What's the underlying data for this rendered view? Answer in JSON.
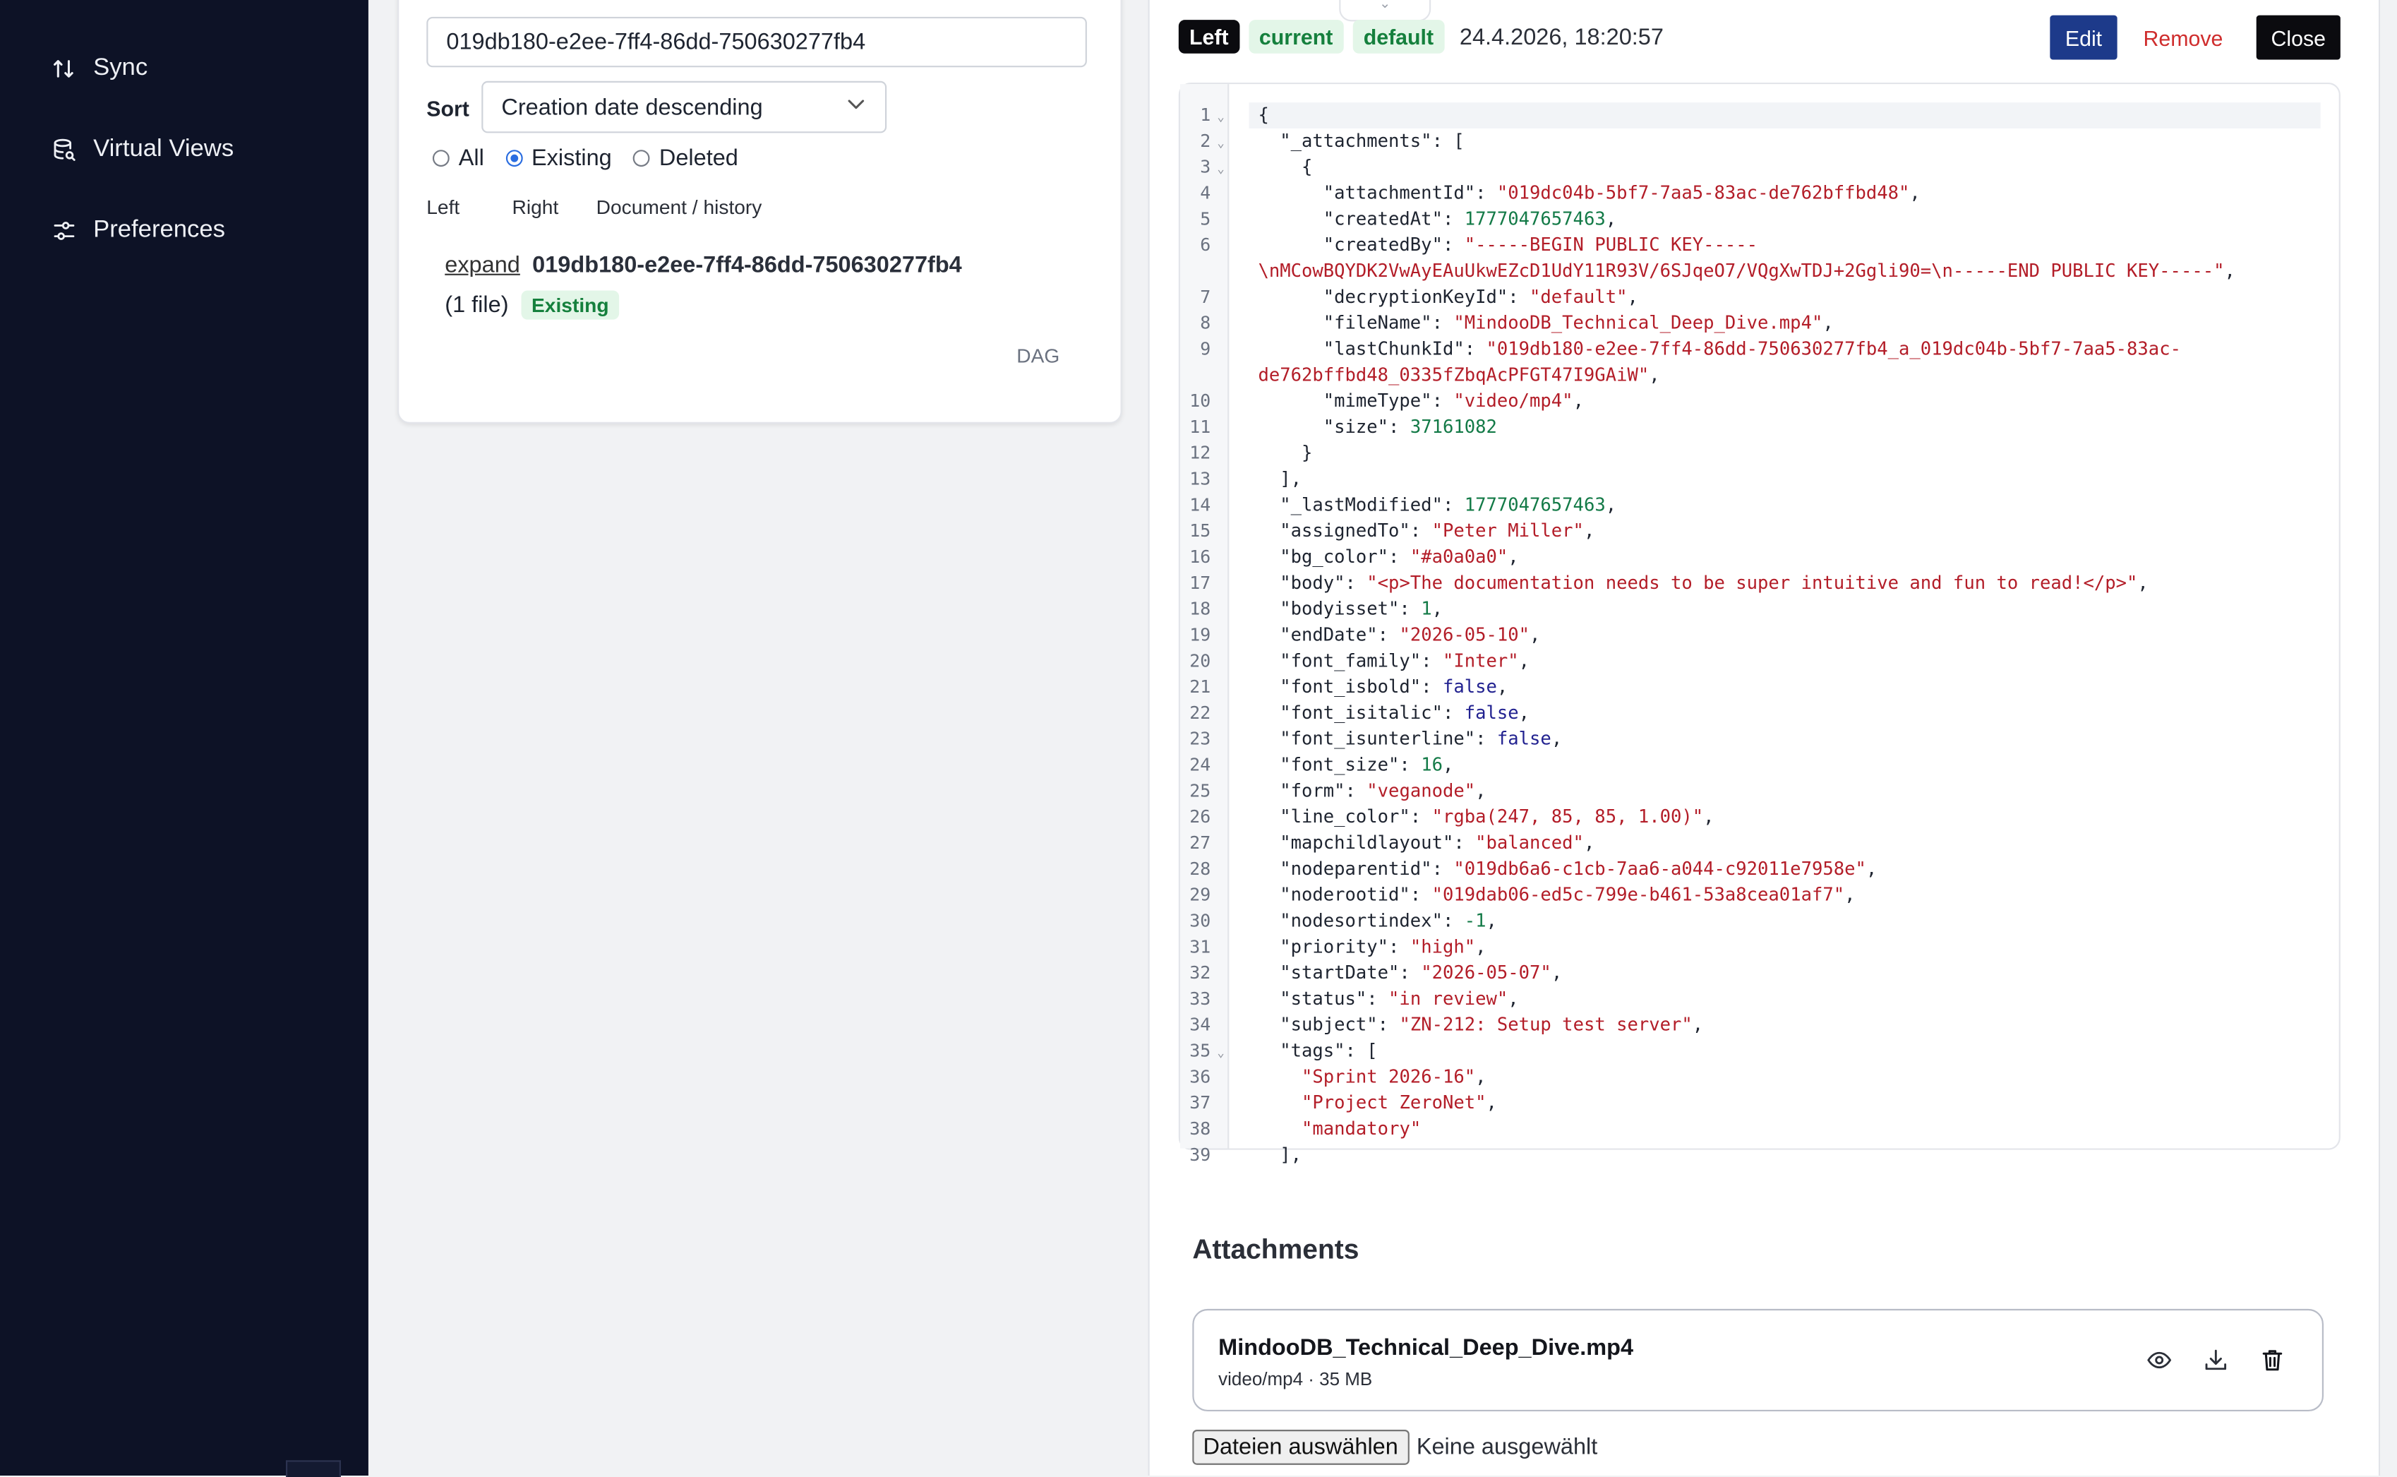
{
  "sidebar": {
    "items": [
      {
        "label": "Sync",
        "icon": "sync-arrows-icon"
      },
      {
        "label": "Virtual Views",
        "icon": "database-view-icon"
      },
      {
        "label": "Preferences",
        "icon": "sliders-icon"
      }
    ]
  },
  "list": {
    "search_value": "019db180-e2ee-7ff4-86dd-750630277fb4",
    "sort_label": "Sort",
    "sort_value": "Creation date descending",
    "filters": [
      {
        "label": "All",
        "checked": false
      },
      {
        "label": "Existing",
        "checked": true
      },
      {
        "label": "Deleted",
        "checked": false
      }
    ],
    "columns": [
      "Left",
      "Right",
      "Document / history"
    ],
    "row": {
      "expand_label": "expand",
      "doc_id": "019db180-e2ee-7ff4-86dd-750630277fb4",
      "files": "(1 file)",
      "status": "Existing",
      "dag_label": "DAG"
    }
  },
  "detail": {
    "tags": [
      "Left",
      "current",
      "default"
    ],
    "timestamp": "24.4.2026, 18:20:57",
    "edit_label": "Edit",
    "remove_label": "Remove",
    "close_label": "Close",
    "code_lines": [
      {
        "n": "1",
        "fold": true,
        "tokens": [
          [
            "k",
            "{"
          ]
        ]
      },
      {
        "n": "2",
        "fold": true,
        "tokens": [
          [
            "k",
            "  \"_attachments\": ["
          ]
        ]
      },
      {
        "n": "3",
        "fold": true,
        "tokens": [
          [
            "k",
            "    {"
          ]
        ]
      },
      {
        "n": "4",
        "tokens": [
          [
            "k",
            "      \"attachmentId\": "
          ],
          [
            "s",
            "\"019dc04b-5bf7-7aa5-83ac-de762bffbd48\""
          ],
          [
            "k",
            ","
          ]
        ]
      },
      {
        "n": "5",
        "tokens": [
          [
            "k",
            "      \"createdAt\": "
          ],
          [
            "n",
            "1777047657463"
          ],
          [
            "k",
            ","
          ]
        ]
      },
      {
        "n": "6",
        "tokens": [
          [
            "k",
            "      \"createdBy\": "
          ],
          [
            "s",
            "\"-----BEGIN PUBLIC KEY-----"
          ]
        ]
      },
      {
        "n": "",
        "tokens": [
          [
            "s",
            "\\nMCowBQYDK2VwAyEAuUkwEZcD1UdY11R93V/6SJqeO7/VQgXwTDJ+2Ggli90=\\n-----END PUBLIC KEY-----\""
          ],
          [
            "k",
            ","
          ]
        ],
        "wrap": true
      },
      {
        "n": "7",
        "tokens": [
          [
            "k",
            "      \"decryptionKeyId\": "
          ],
          [
            "s",
            "\"default\""
          ],
          [
            "k",
            ","
          ]
        ]
      },
      {
        "n": "8",
        "tokens": [
          [
            "k",
            "      \"fileName\": "
          ],
          [
            "s",
            "\"MindooDB_Technical_Deep_Dive.mp4\""
          ],
          [
            "k",
            ","
          ]
        ]
      },
      {
        "n": "9",
        "tokens": [
          [
            "k",
            "      \"lastChunkId\": "
          ],
          [
            "s",
            "\"019db180-e2ee-7ff4-86dd-750630277fb4_a_019dc04b-5bf7-7aa5-83ac-"
          ]
        ]
      },
      {
        "n": "",
        "tokens": [
          [
            "s",
            "de762bffbd48_0335fZbqAcPFGT47I9GAiW\""
          ],
          [
            "k",
            ","
          ]
        ],
        "wrap": true
      },
      {
        "n": "10",
        "tokens": [
          [
            "k",
            "      \"mimeType\": "
          ],
          [
            "s",
            "\"video/mp4\""
          ],
          [
            "k",
            ","
          ]
        ]
      },
      {
        "n": "11",
        "tokens": [
          [
            "k",
            "      \"size\": "
          ],
          [
            "n",
            "37161082"
          ]
        ]
      },
      {
        "n": "12",
        "tokens": [
          [
            "k",
            "    }"
          ]
        ]
      },
      {
        "n": "13",
        "tokens": [
          [
            "k",
            "  ],"
          ]
        ]
      },
      {
        "n": "14",
        "tokens": [
          [
            "k",
            "  \"_lastModified\": "
          ],
          [
            "n",
            "1777047657463"
          ],
          [
            "k",
            ","
          ]
        ]
      },
      {
        "n": "15",
        "tokens": [
          [
            "k",
            "  \"assignedTo\": "
          ],
          [
            "s",
            "\"Peter Miller\""
          ],
          [
            "k",
            ","
          ]
        ]
      },
      {
        "n": "16",
        "tokens": [
          [
            "k",
            "  \"bg_color\": "
          ],
          [
            "s",
            "\"#a0a0a0\""
          ],
          [
            "k",
            ","
          ]
        ]
      },
      {
        "n": "17",
        "tokens": [
          [
            "k",
            "  \"body\": "
          ],
          [
            "s",
            "\"<p>The documentation needs to be super intuitive and fun to read!</p>\""
          ],
          [
            "k",
            ","
          ]
        ]
      },
      {
        "n": "18",
        "tokens": [
          [
            "k",
            "  \"bodyisset\": "
          ],
          [
            "n",
            "1"
          ],
          [
            "k",
            ","
          ]
        ]
      },
      {
        "n": "19",
        "tokens": [
          [
            "k",
            "  \"endDate\": "
          ],
          [
            "s",
            "\"2026-05-10\""
          ],
          [
            "k",
            ","
          ]
        ]
      },
      {
        "n": "20",
        "tokens": [
          [
            "k",
            "  \"font_family\": "
          ],
          [
            "s",
            "\"Inter\""
          ],
          [
            "k",
            ","
          ]
        ]
      },
      {
        "n": "21",
        "tokens": [
          [
            "k",
            "  \"font_isbold\": "
          ],
          [
            "b",
            "false"
          ],
          [
            "k",
            ","
          ]
        ]
      },
      {
        "n": "22",
        "tokens": [
          [
            "k",
            "  \"font_isitalic\": "
          ],
          [
            "b",
            "false"
          ],
          [
            "k",
            ","
          ]
        ]
      },
      {
        "n": "23",
        "tokens": [
          [
            "k",
            "  \"font_isunterline\": "
          ],
          [
            "b",
            "false"
          ],
          [
            "k",
            ","
          ]
        ]
      },
      {
        "n": "24",
        "tokens": [
          [
            "k",
            "  \"font_size\": "
          ],
          [
            "n",
            "16"
          ],
          [
            "k",
            ","
          ]
        ]
      },
      {
        "n": "25",
        "tokens": [
          [
            "k",
            "  \"form\": "
          ],
          [
            "s",
            "\"veganode\""
          ],
          [
            "k",
            ","
          ]
        ]
      },
      {
        "n": "26",
        "tokens": [
          [
            "k",
            "  \"line_color\": "
          ],
          [
            "s",
            "\"rgba(247, 85, 85, 1.00)\""
          ],
          [
            "k",
            ","
          ]
        ]
      },
      {
        "n": "27",
        "tokens": [
          [
            "k",
            "  \"mapchildlayout\": "
          ],
          [
            "s",
            "\"balanced\""
          ],
          [
            "k",
            ","
          ]
        ]
      },
      {
        "n": "28",
        "tokens": [
          [
            "k",
            "  \"nodeparentid\": "
          ],
          [
            "s",
            "\"019db6a6-c1cb-7aa6-a044-c92011e7958e\""
          ],
          [
            "k",
            ","
          ]
        ]
      },
      {
        "n": "29",
        "tokens": [
          [
            "k",
            "  \"noderootid\": "
          ],
          [
            "s",
            "\"019dab06-ed5c-799e-b461-53a8cea01af7\""
          ],
          [
            "k",
            ","
          ]
        ]
      },
      {
        "n": "30",
        "tokens": [
          [
            "k",
            "  \"nodesortindex\": "
          ],
          [
            "n",
            "-1"
          ],
          [
            "k",
            ","
          ]
        ]
      },
      {
        "n": "31",
        "tokens": [
          [
            "k",
            "  \"priority\": "
          ],
          [
            "s",
            "\"high\""
          ],
          [
            "k",
            ","
          ]
        ]
      },
      {
        "n": "32",
        "tokens": [
          [
            "k",
            "  \"startDate\": "
          ],
          [
            "s",
            "\"2026-05-07\""
          ],
          [
            "k",
            ","
          ]
        ]
      },
      {
        "n": "33",
        "tokens": [
          [
            "k",
            "  \"status\": "
          ],
          [
            "s",
            "\"in review\""
          ],
          [
            "k",
            ","
          ]
        ]
      },
      {
        "n": "34",
        "tokens": [
          [
            "k",
            "  \"subject\": "
          ],
          [
            "s",
            "\"ZN-212: Setup test server\""
          ],
          [
            "k",
            ","
          ]
        ]
      },
      {
        "n": "35",
        "fold": true,
        "tokens": [
          [
            "k",
            "  \"tags\": ["
          ]
        ]
      },
      {
        "n": "36",
        "tokens": [
          [
            "k",
            "    "
          ],
          [
            "s",
            "\"Sprint 2026-16\""
          ],
          [
            "k",
            ","
          ]
        ]
      },
      {
        "n": "37",
        "tokens": [
          [
            "k",
            "    "
          ],
          [
            "s",
            "\"Project ZeroNet\""
          ],
          [
            "k",
            ","
          ]
        ]
      },
      {
        "n": "38",
        "tokens": [
          [
            "k",
            "    "
          ],
          [
            "s",
            "\"mandatory\""
          ]
        ]
      },
      {
        "n": "39",
        "tokens": [
          [
            "k",
            "  ],"
          ]
        ]
      }
    ]
  },
  "attachments": {
    "title": "Attachments",
    "items": [
      {
        "name": "MindooDB_Technical_Deep_Dive.mp4",
        "meta": "video/mp4 · 35 MB"
      }
    ],
    "choose_button": "Dateien auswählen",
    "none_selected": "Keine ausgewählt"
  }
}
